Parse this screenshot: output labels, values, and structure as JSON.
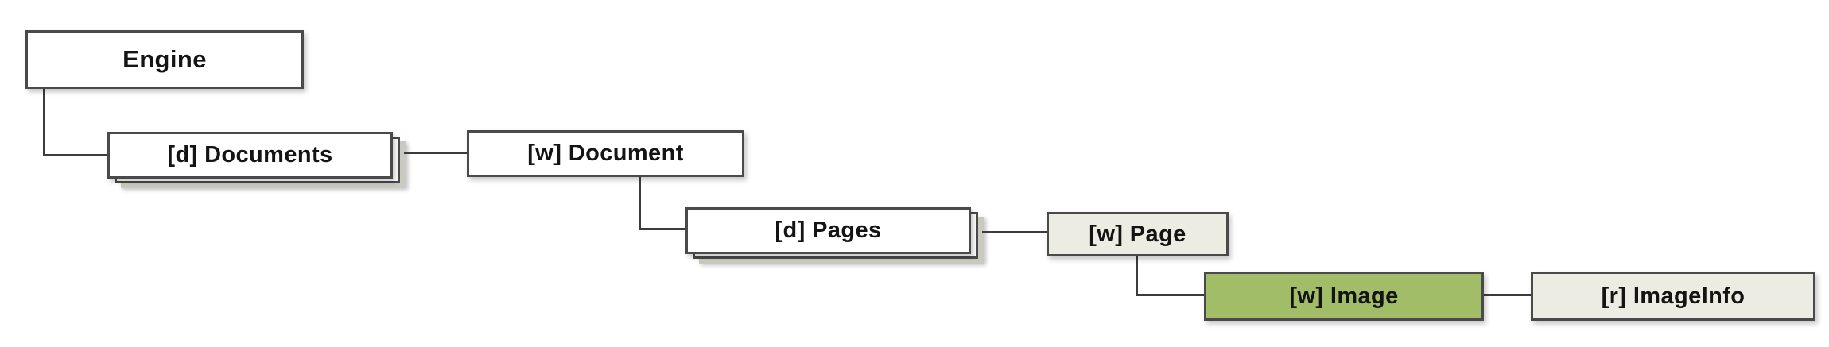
{
  "diagram": {
    "nodes": {
      "engine": {
        "label": "Engine"
      },
      "documents": {
        "label": "[d] Documents"
      },
      "document": {
        "label": "[w] Document"
      },
      "pages": {
        "label": "[d] Pages"
      },
      "page": {
        "label": "[w] Page"
      },
      "image": {
        "label": "[w] Image"
      },
      "imageinfo": {
        "label": "[r] ImageInfo"
      }
    },
    "colors": {
      "box_border": "#4a4a4a",
      "box_bg": "#ffffff",
      "muted_bg": "#ecece3",
      "highlight_bg": "#a2bd68",
      "connector": "#3c3c3c"
    }
  }
}
